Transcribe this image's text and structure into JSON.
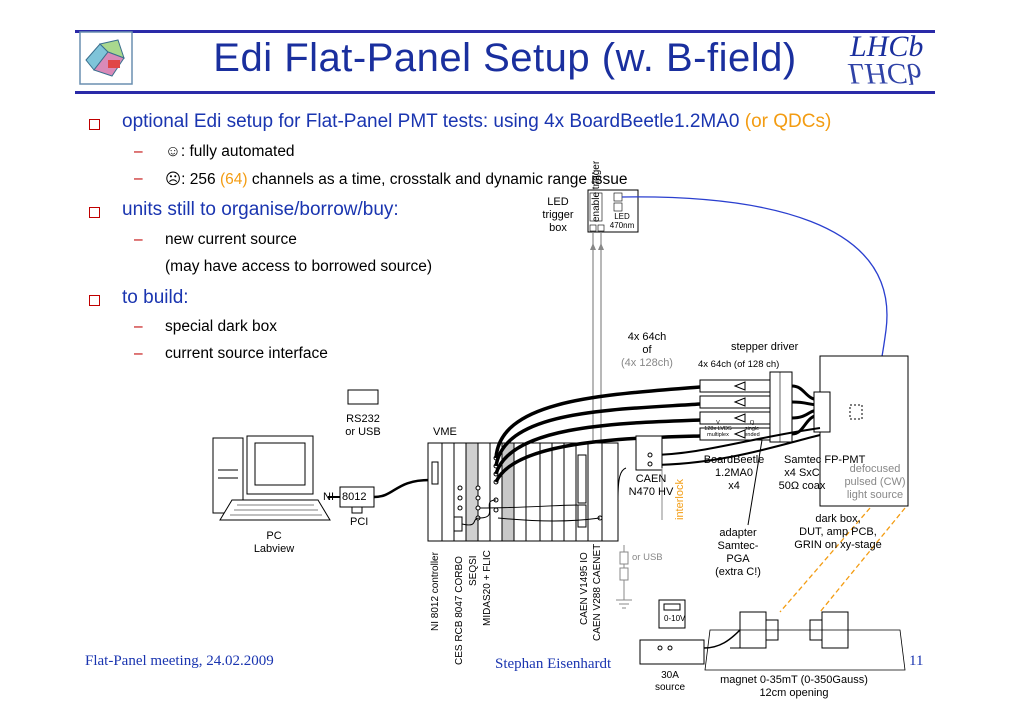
{
  "title": "Edi Flat-Panel Setup (w. B-field)",
  "logo_text": "LHCb",
  "bullets": {
    "b1": {
      "text": "optional Edi setup for Flat-Panel PMT tests: using 4x BoardBeetle1.2MA0",
      "extra": "(or QDCs)"
    },
    "b1_sub1": "☺: fully automated",
    "b1_sub2_a": "☹: 256",
    "b1_sub2_b": "(64)",
    "b1_sub2_c": "channels as a time, crosstalk and dynamic range issue",
    "b2": "units still to organise/borrow/buy:",
    "b2_sub1": "new current source",
    "b2_sub1_cont": "(may have access to borrowed source)",
    "b3": "to build:",
    "b3_sub1": "special dark box",
    "b3_sub2": "current source interface"
  },
  "diagram": {
    "led_trigger_box": [
      "LED",
      "trigger",
      "box"
    ],
    "enable_trigger": [
      "enable",
      "trigger"
    ],
    "led_470": [
      "LED",
      "470nm"
    ],
    "ch_64": [
      "4x 64ch",
      "of"
    ],
    "ch_128": "(4x 128ch)",
    "stepper_driver": "stepper driver",
    "ch_64_of_128": "4x 64ch (of 128 ch)",
    "lvds": [
      "V",
      "128x LVDS",
      "multiplex"
    ],
    "q_single": [
      "Q",
      "single",
      "ended"
    ],
    "samtec_fp": "Samtec FP-PMT",
    "rs232": [
      "RS232",
      "or USB"
    ],
    "vme": "VME",
    "pc": [
      "PC",
      "Labview"
    ],
    "ni8012": "8012",
    "ni": "NI",
    "pci": "PCI",
    "caen_n470": [
      "CAEN",
      "N470 HV"
    ],
    "interlock": "interlock",
    "boardbeetle": [
      "BoardBeetle",
      "1.2MA0",
      "x4"
    ],
    "samtec_sxc": [
      "x4 SxC",
      "50Ω coax"
    ],
    "defocused": [
      "defocused",
      "pulsed (CW)",
      "light source"
    ],
    "dark_box": [
      "dark box,",
      "DUT, amp PCB,",
      "GRIN on xy-stage"
    ],
    "adapter": [
      "adapter",
      "Samtec-",
      "PGA",
      "(extra C!)"
    ],
    "or_usb": "or USB",
    "zero_10v": "0-10V",
    "source_30a": [
      "30A",
      "source"
    ],
    "magnet": [
      "magnet 0-35mT (0-350Gauss)",
      "12cm opening"
    ],
    "vme_modules": [
      "NI 8012 controller",
      "CES RCB 8047 CORBO",
      "SEQSI",
      "MIDAS20 + FLIC",
      "CAEN V1495 IO",
      "CAEN V288 CAENET"
    ]
  },
  "footer": {
    "left": "Flat-Panel meeting, 24.02.2009",
    "center": "Stephan Eisenhardt",
    "page": "11"
  }
}
